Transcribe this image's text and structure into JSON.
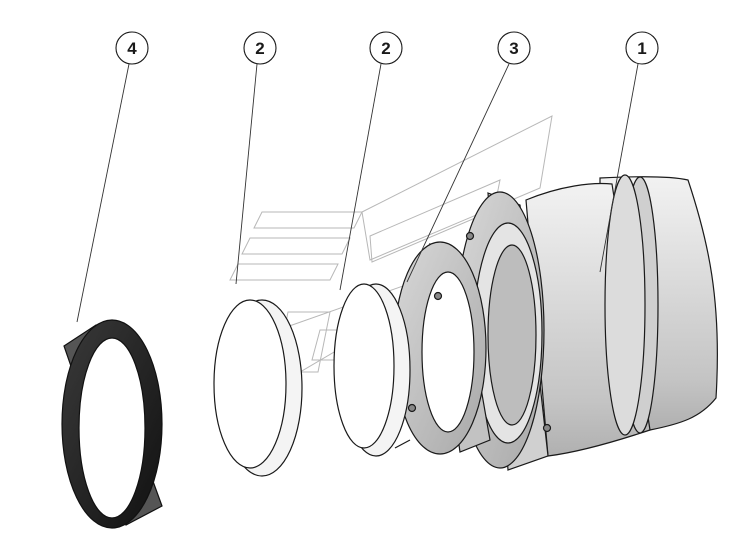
{
  "callouts": [
    {
      "id": "c4",
      "label": "4"
    },
    {
      "id": "c2a",
      "label": "2"
    },
    {
      "id": "c2b",
      "label": "2"
    },
    {
      "id": "c3",
      "label": "3"
    },
    {
      "id": "c1",
      "label": "1"
    }
  ],
  "colors": {
    "outline": "#1a1a1a",
    "metal_light": "#e6e6e6",
    "metal_mid": "#c8c8c8",
    "metal_dark": "#9a9a9a",
    "rubber": "#2a2a2a",
    "watermark": "#9a9a9a"
  }
}
